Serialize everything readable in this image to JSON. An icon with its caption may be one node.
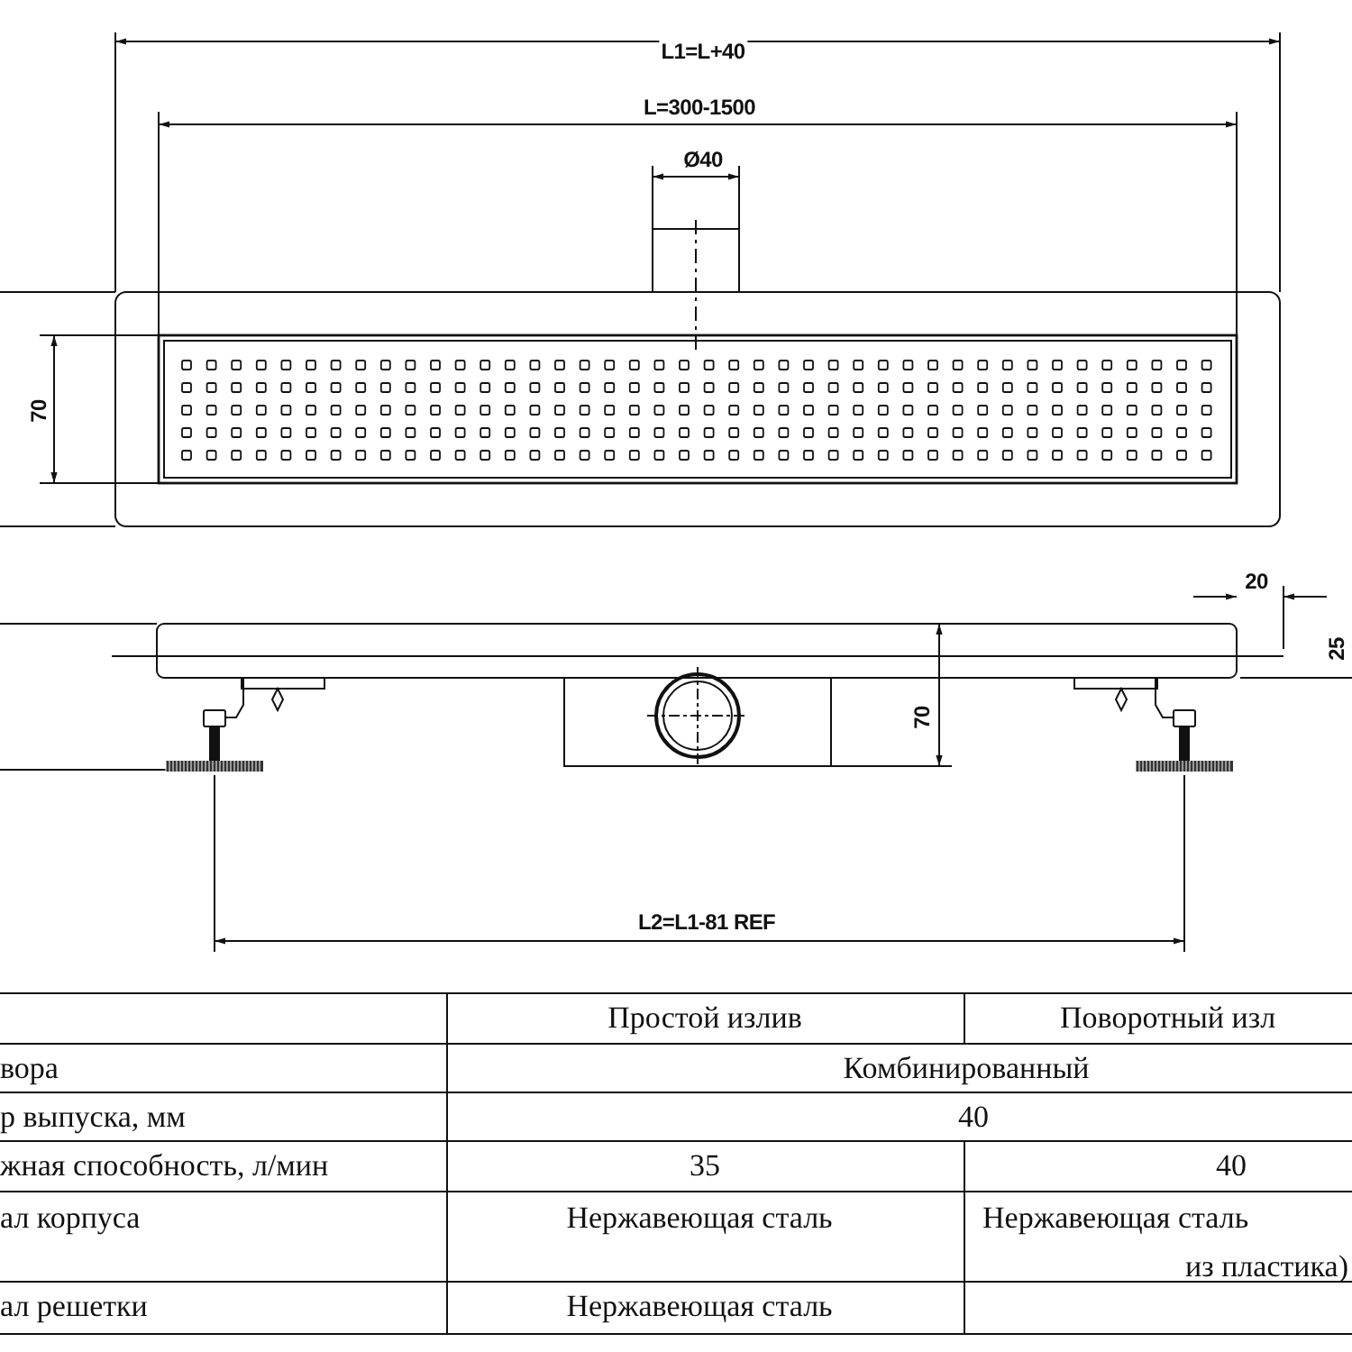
{
  "diagram": {
    "labels": [
      "L1=L+40",
      "L=300-1500",
      "Ø40",
      "70",
      "20",
      "25",
      "70",
      "L2=L1-81 REF",
      "Простой излив",
      "Поворотный изл",
      "вора",
      "Комбинированный",
      "р выпуска, мм",
      "40",
      "жная способность, л/мин",
      "35",
      "40",
      "ал корпуса",
      "Нержавеющая сталь",
      "Нержавеющая сталь",
      "из пластика)",
      "ал решетки",
      "Нержавеющая сталь"
    ]
  }
}
